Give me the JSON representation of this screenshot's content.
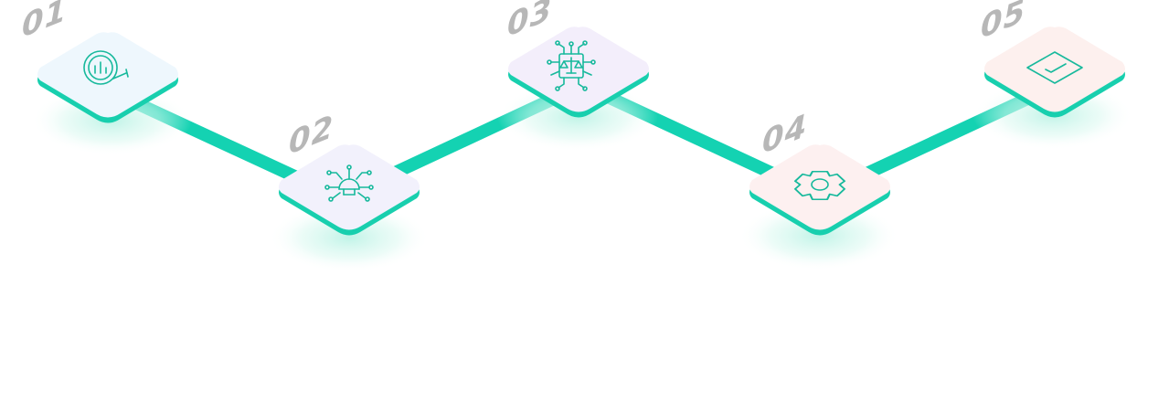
{
  "colors": {
    "connector": "#14d2b2",
    "card_base": "#18cfae",
    "icon_stroke": "#17b99c",
    "number": "#b7b7b7",
    "glow": "#bdf3e6"
  },
  "steps": [
    {
      "number": "01",
      "icon": "chart-magnifier-icon",
      "tint": "#eef7fd"
    },
    {
      "number": "02",
      "icon": "circuit-lightbulb-icon",
      "tint": "#f2f1fc"
    },
    {
      "number": "03",
      "icon": "circuit-scale-icon",
      "tint": "#f3eefb"
    },
    {
      "number": "04",
      "icon": "gear-icon",
      "tint": "#fdf0f0"
    },
    {
      "number": "05",
      "icon": "checkbox-icon",
      "tint": "#fdf0ee"
    }
  ]
}
